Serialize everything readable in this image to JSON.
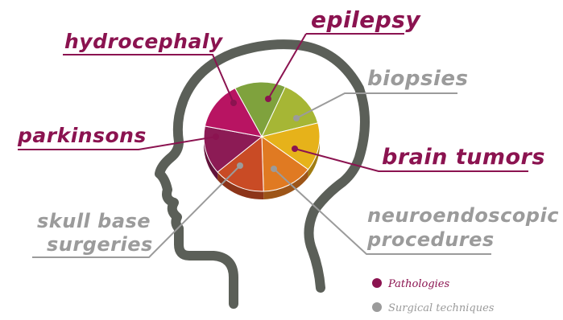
{
  "labels": {
    "hydrocephaly": "hydrocephaly",
    "epilepsy": "epilepsy",
    "biopsies": "biopsies",
    "parkinsons": "parkinsons",
    "brain_tumors": "brain tumors",
    "skull_base_1": "skull base",
    "skull_base_2": "surgeries",
    "neuroendo_1": "neuroendoscopic",
    "neuroendo_2": "procedures"
  },
  "legend": {
    "pathologies": "Pathologies",
    "surgical": "Surgical techniques"
  },
  "colors": {
    "pathology": "#8b1350",
    "technique": "#9b9b9b",
    "head_outline": "#5b5f58"
  },
  "pie_segments": [
    {
      "name": "hydrocephaly",
      "color": "#7fa23d",
      "category": "pathology"
    },
    {
      "name": "epilepsy",
      "color": "#a6b635",
      "category": "pathology"
    },
    {
      "name": "biopsies",
      "color": "#e6b21a",
      "category": "technique"
    },
    {
      "name": "brain tumors",
      "color": "#e07a22",
      "category": "pathology"
    },
    {
      "name": "neuroendoscopic procedures",
      "color": "#c94b25",
      "category": "technique"
    },
    {
      "name": "skull base surgeries",
      "color": "#8c1b55",
      "category": "technique"
    },
    {
      "name": "parkinsons",
      "color": "#b81462",
      "category": "pathology"
    }
  ]
}
